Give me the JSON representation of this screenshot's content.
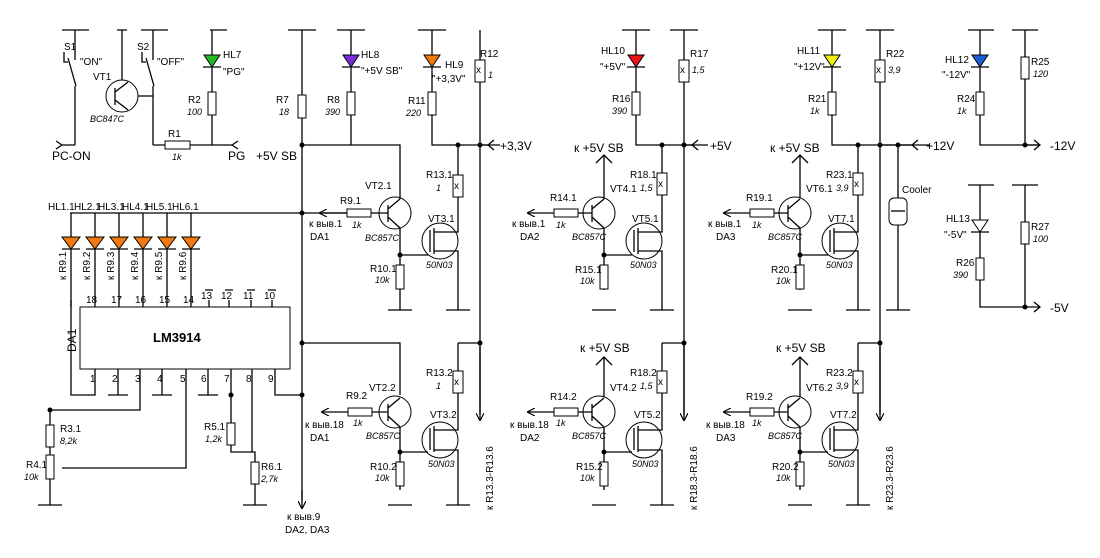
{
  "colors": {
    "green": "#22bb22",
    "violet": "#7a2bd6",
    "orange": "#f07a10",
    "red": "#e8141c",
    "yellow": "#f3ee10",
    "blue": "#1a5fd8",
    "bar_led": "#f07a10"
  },
  "labels": {
    "s1": "S1",
    "s1_t": "\"ON\"",
    "s2": "S2",
    "s2_t": "\"OFF\"",
    "vt1": "VT1",
    "bc847": "BC847C",
    "pc_on": "PC-ON",
    "r1": "R1",
    "r1_v": "1k",
    "pg": "PG",
    "hl7": "HL7",
    "hl7_t": "\"PG\"",
    "r2": "R2",
    "r2_v": "100",
    "r7": "R7",
    "r7_v": "18",
    "r8": "R8",
    "r8_v": "390",
    "hl8": "HL8",
    "hl8_t": "\"+5V SB\"",
    "5vsb": "+5V SB",
    "hl9": "HL9",
    "hl9_t": "\"+3,3V\"",
    "r11": "R11",
    "r11_v": "220",
    "r12": "R12",
    "r12_v": "1",
    "v33": "+3,3V",
    "hl10": "HL10",
    "hl10_t": "\"+5V\"",
    "r17": "R17",
    "r17_v": "1,5",
    "r16": "R16",
    "r16_v": "390",
    "v5": "+5V",
    "k5vsb": "к +5V SB",
    "hl11": "HL11",
    "hl11_t": "\"+12V\"",
    "r22": "R22",
    "r22_v": "3,9",
    "r21": "R21",
    "r21_v": "1k",
    "v12": "+12V",
    "hl12": "HL12",
    "hl12_t": "\"-12V\"",
    "r25": "R25",
    "r25_v": "120",
    "r24": "R24",
    "r24_v": "1k",
    "vm12": "-12V",
    "hl13": "HL13",
    "hl13_t": "\"-5V\"",
    "r27": "R27",
    "r27_v": "100",
    "r26": "R26",
    "r26_v": "390",
    "vm5": "-5V",
    "cooler": "Cooler",
    "hl11_1": "HL1.1",
    "hl21": "HL2.1",
    "hl31": "HL3.1",
    "hl41": "HL4.1",
    "hl51": "HL5.1",
    "hl61": "HL6.1",
    "k91": "к R9.1",
    "k92": "к R9.2",
    "k93": "к R9.3",
    "k94": "к R9.4",
    "k95": "к R9.5",
    "k96": "к R9.6",
    "lm": "LM3914",
    "da1": "DA1",
    "p18": "18",
    "p17": "17",
    "p16": "16",
    "p15": "15",
    "p14": "14",
    "p13": "13",
    "p12": "12",
    "p11": "11",
    "p10": "10",
    "p1": "1",
    "p2": "2",
    "p3": "3",
    "p4": "4",
    "p5": "5",
    "p6": "6",
    "p7": "7",
    "p8": "8",
    "p9": "9",
    "r31": "R3.1",
    "r31_v": "8,2k",
    "r41": "R4.1",
    "r41_v": "10k",
    "r51": "R5.1",
    "r51_v": "1,2k",
    "r61": "R6.1",
    "r61_v": "2,7k",
    "kv1": "к выв.1",
    "kv18": "к выв.18",
    "kv9": "к выв.9",
    "da23": "DA2, DA3",
    "da1b": "DA1",
    "da2": "DA2",
    "da3": "DA3",
    "vt21": "VT2.1",
    "vt22": "VT2.2",
    "vt31": "VT3.1",
    "vt32": "VT3.2",
    "bc857": "BC857C",
    "n03": "50N03",
    "r91": "R9.1",
    "r92": "R9.2",
    "r9v": "1k",
    "r101": "R10.1",
    "r102": "R10.2",
    "r10v": "10k",
    "r131": "R13.1",
    "r132": "R13.2",
    "r13v": "1",
    "kr13": "к R13.3-R13.6",
    "vt41": "VT4.1",
    "vt42": "VT4.2",
    "vt51": "VT5.1",
    "vt52": "VT5.2",
    "r141": "R14.1",
    "r142": "R14.2",
    "r14v": "1k",
    "r151": "R15.1",
    "r152": "R15.2",
    "r15v": "10k",
    "r181": "R18.1",
    "r182": "R18.2",
    "r18v": "1,5",
    "kr18": "к R18.3-R18.6",
    "vt61": "VT6.1",
    "vt62": "VT6.2",
    "vt71": "VT7.1",
    "vt72": "VT7.2",
    "r191": "R19.1",
    "r192": "R19.2",
    "r19v": "1k",
    "r201": "R20.1",
    "r202": "R20.2",
    "r20v": "10k",
    "r231": "R23.1",
    "r232": "R23.2",
    "r23v": "3,9",
    "kr23": "к R23.3-R23.6"
  }
}
